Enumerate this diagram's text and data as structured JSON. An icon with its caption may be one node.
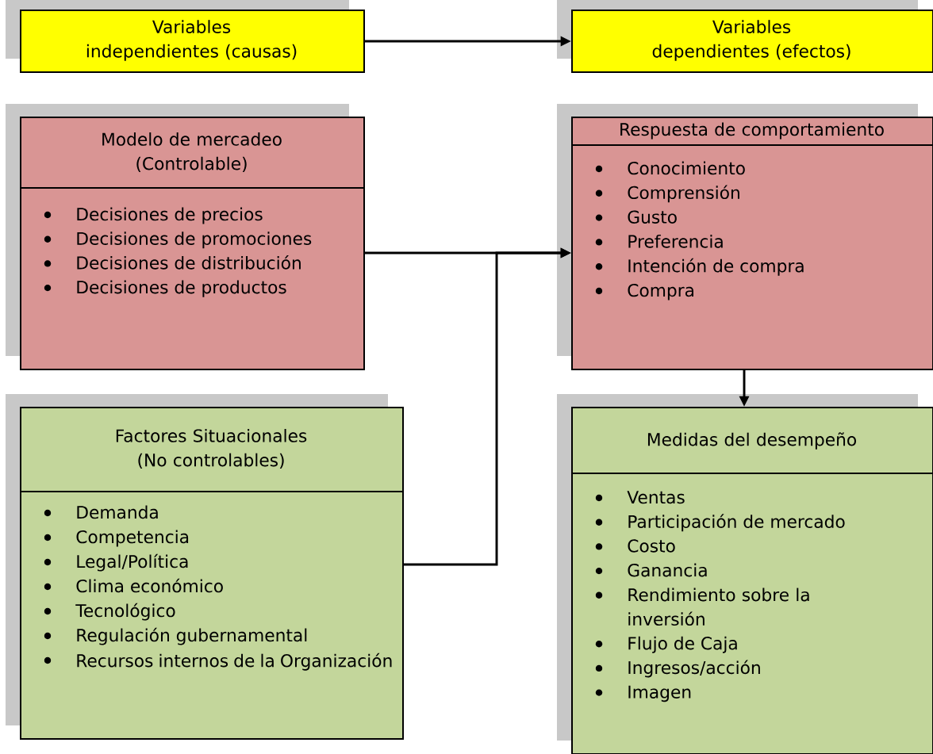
{
  "diagram": {
    "nodes": [
      {
        "text": [
          "Variables independientes (causas)"
        ]
      },
      {
        "text": [
          "Variables dependientes (efectos)"
        ]
      },
      {
        "text": [
          "Modelo de mercadeo (Controlable)",
          "Decisiones de precios",
          "Decisiones de promociones",
          "Decisiones de distribución",
          "Decisiones de productos"
        ]
      },
      {
        "text": [
          "Respuesta de comportamiento",
          "Conocimiento",
          "Comprensión",
          "Gusto",
          "Preferencia",
          "Intención de compra",
          "Compra"
        ]
      },
      {
        "text": [
          "Factores Situacionales (No controlables)",
          "Demanda",
          "Competencia",
          "Legal/Política",
          "Clima económico",
          "Tecnológico",
          "Regulación gubernamental",
          "Recursos internos de la Organización"
        ]
      },
      {
        "text": [
          "Medidas del desempeño",
          "Ventas",
          "Participación de mercado",
          "Costo",
          "Ganancia",
          "Rendimiento sobre la inversión",
          "Flujo de Caja",
          "Ingresos/acción",
          "Imagen"
        ]
      }
    ],
    "edges": [
      {
        "from": 0,
        "to": 1,
        "arrow": "to"
      },
      {
        "from": 2,
        "to": 3,
        "arrow": "to"
      },
      {
        "from": 4,
        "to": 3,
        "arrow": "to"
      },
      {
        "from": 3,
        "to": 5,
        "arrow": "to"
      }
    ]
  }
}
